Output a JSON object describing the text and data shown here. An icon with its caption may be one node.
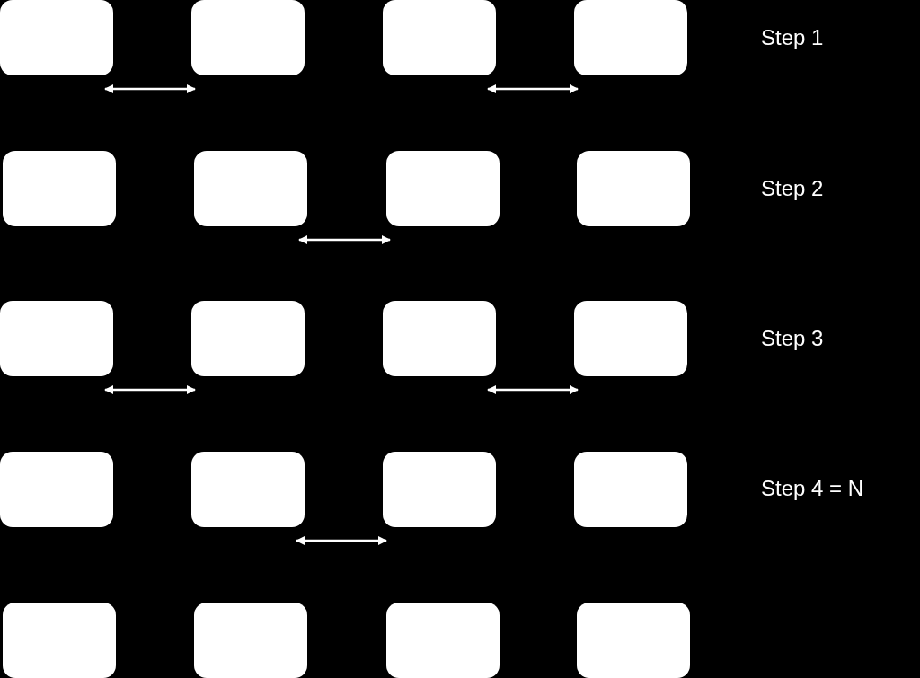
{
  "diagram": {
    "nodes": [
      {
        "text": [],
        "shape": "box"
      },
      {
        "text": [],
        "shape": "box"
      },
      {
        "text": [],
        "shape": "box"
      },
      {
        "text": [],
        "shape": "box"
      },
      {
        "text": [],
        "shape": "box"
      },
      {
        "text": [],
        "shape": "box"
      },
      {
        "text": [],
        "shape": "box"
      },
      {
        "text": [],
        "shape": "box"
      },
      {
        "text": [],
        "shape": "box"
      },
      {
        "text": [],
        "shape": "box"
      },
      {
        "text": [],
        "shape": "box"
      },
      {
        "text": [],
        "shape": "box"
      },
      {
        "text": [],
        "shape": "box"
      },
      {
        "text": [],
        "shape": "box"
      },
      {
        "text": [],
        "shape": "box"
      },
      {
        "text": [],
        "shape": "box"
      },
      {
        "text": [],
        "shape": "box"
      },
      {
        "text": [],
        "shape": "box"
      },
      {
        "text": [],
        "shape": "box"
      },
      {
        "text": [],
        "shape": "box"
      }
    ],
    "edges": [
      {
        "from": 0,
        "to": 1,
        "arrow": "both"
      },
      {
        "from": 2,
        "to": 3,
        "arrow": "both"
      },
      {
        "from": 5,
        "to": 6,
        "arrow": "both"
      },
      {
        "from": 8,
        "to": 9,
        "arrow": "both"
      },
      {
        "from": 10,
        "to": 11,
        "arrow": "both"
      },
      {
        "from": 13,
        "to": 14,
        "arrow": "both"
      }
    ],
    "labels": [
      "Step 1",
      "Step 2",
      "Step 3",
      "Step 4 = N"
    ]
  }
}
